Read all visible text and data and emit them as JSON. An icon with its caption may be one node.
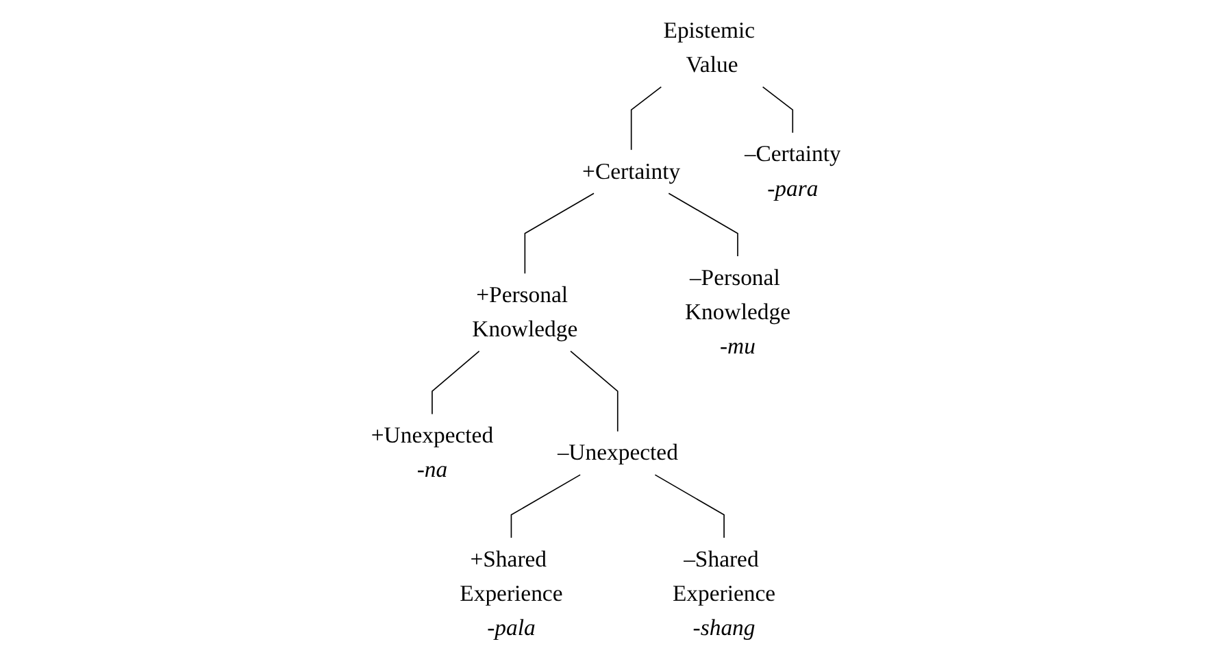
{
  "diagram": {
    "nodes": [
      {
        "text": [
          "Epistemic Value"
        ]
      },
      {
        "text": [
          "+Certainty"
        ]
      },
      {
        "text": [
          "–Certainty",
          "-para"
        ]
      },
      {
        "text": [
          "+Personal Knowledge"
        ]
      },
      {
        "text": [
          "–Personal Knowledge",
          "-mu"
        ]
      },
      {
        "text": [
          "+Unexpected",
          "-na"
        ]
      },
      {
        "text": [
          "–Unexpected"
        ]
      },
      {
        "text": [
          "+Shared Experience",
          "-pala"
        ]
      },
      {
        "text": [
          "–Shared Experience",
          "-shang"
        ]
      }
    ],
    "edges": [
      {
        "from": 0,
        "to": 1,
        "arrow": "none"
      },
      {
        "from": 0,
        "to": 2,
        "arrow": "none"
      },
      {
        "from": 1,
        "to": 3,
        "arrow": "none"
      },
      {
        "from": 1,
        "to": 4,
        "arrow": "none"
      },
      {
        "from": 3,
        "to": 5,
        "arrow": "none"
      },
      {
        "from": 3,
        "to": 6,
        "arrow": "none"
      },
      {
        "from": 6,
        "to": 7,
        "arrow": "none"
      },
      {
        "from": 6,
        "to": 8,
        "arrow": "none"
      }
    ]
  }
}
